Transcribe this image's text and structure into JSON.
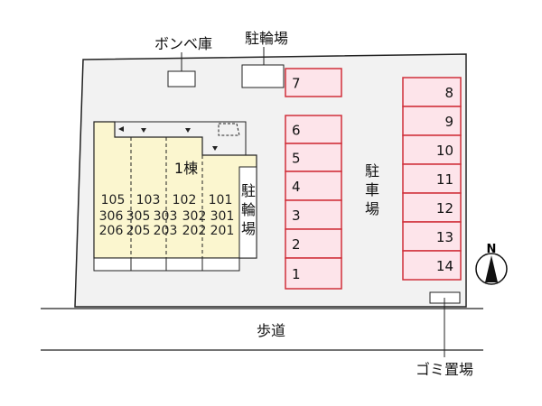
{
  "labels": {
    "gas_storage": "ボンベ庫",
    "bicycle_parking_top": "駐輪場",
    "bicycle_parking_building": [
      "駐",
      "輪",
      "場"
    ],
    "parking_lot": [
      "駐",
      "車",
      "場"
    ],
    "building": "1棟",
    "sidewalk": "歩道",
    "garbage": "ゴミ置場",
    "north": "N"
  },
  "units": {
    "row1": [
      "105",
      "103",
      "102",
      "101"
    ],
    "row3": [
      "306",
      "305",
      "303",
      "302",
      "301"
    ],
    "row2": [
      "206",
      "205",
      "203",
      "202",
      "201"
    ]
  },
  "parking_left": [
    "7",
    "6",
    "5",
    "4",
    "3",
    "2",
    "1"
  ],
  "parking_right": [
    "8",
    "9",
    "10",
    "11",
    "12",
    "13",
    "14"
  ],
  "colors": {
    "lot": "#f2f2f2",
    "building": "#fbf6cf",
    "parking_fill": "#fde4ea",
    "parking_border": "#d0303a"
  }
}
